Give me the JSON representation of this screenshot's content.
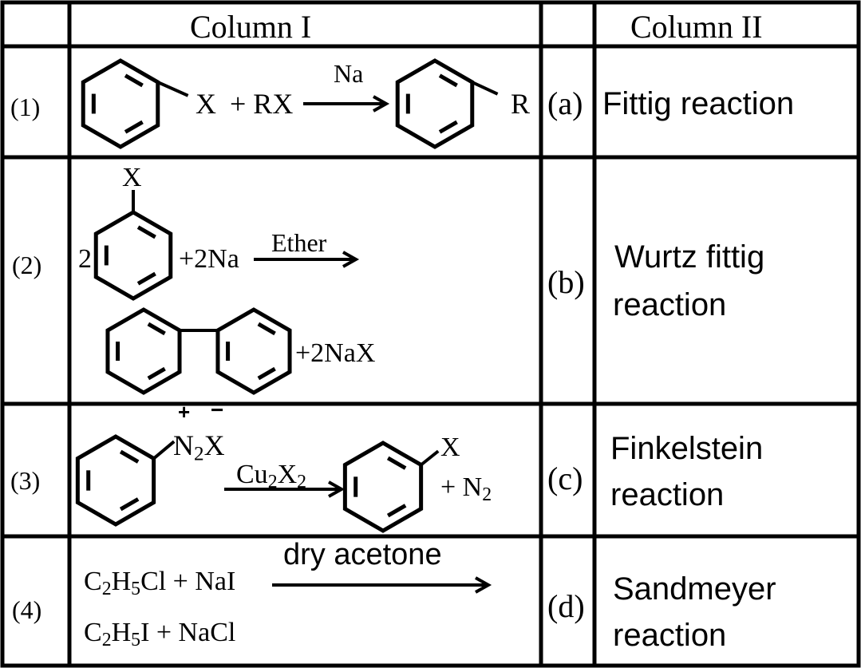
{
  "headers": {
    "col1": "Column I",
    "col2": "Column II"
  },
  "rows": [
    {
      "num": "(1)",
      "letter": "(a)",
      "answer": "Fittig reaction",
      "reaction": {
        "substituent": "X",
        "plus_rx": "+ RX",
        "reagent": "Na",
        "product_sub": "R"
      }
    },
    {
      "num": "(2)",
      "letter": "(b)",
      "answer_line1": "Wurtz fittig",
      "answer_line2": "reaction",
      "reaction": {
        "top_sub": "X",
        "coef": "2",
        "plus_na": "+2Na",
        "reagent": "Ether",
        "byproduct": "+2NaX"
      }
    },
    {
      "num": "(3)",
      "letter": "(c)",
      "answer_line1": "Finkelstein",
      "answer_line2": "reaction",
      "reaction": {
        "plus": "+",
        "minus": "−",
        "n": "N",
        "sub2": "2",
        "x": "X",
        "reagent_cu": "Cu",
        "reagent_x": "X",
        "product_sub": "X",
        "plus_n2": "+ N",
        "n2_sub": "2"
      }
    },
    {
      "num": "(4)",
      "letter": "(d)",
      "answer_line1": "Sandmeyer",
      "answer_line2": "reaction",
      "reaction": {
        "c": "C",
        "sub2": "2",
        "h": "H",
        "sub5": "5",
        "cl_nai": "Cl + NaI",
        "reagent": "dry acetone",
        "i_nacl": "I + NaCl"
      }
    }
  ]
}
